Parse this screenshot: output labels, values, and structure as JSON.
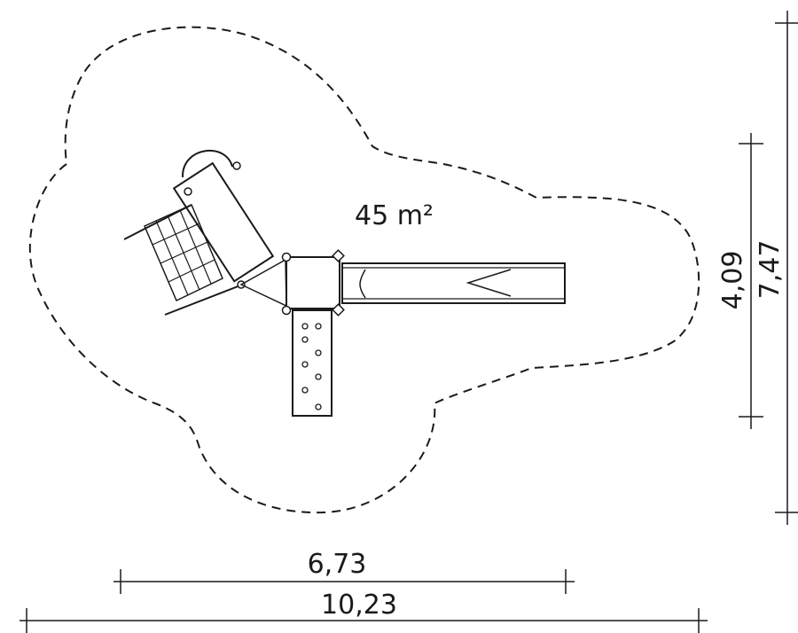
{
  "area_label": "45 m²",
  "dimensions": {
    "inner_width": "6,73",
    "outer_width": "10,23",
    "inner_depth": "4,09",
    "outer_depth": "7,47"
  },
  "colors": {
    "ink": "#1a1a1a",
    "background": "#ffffff"
  }
}
